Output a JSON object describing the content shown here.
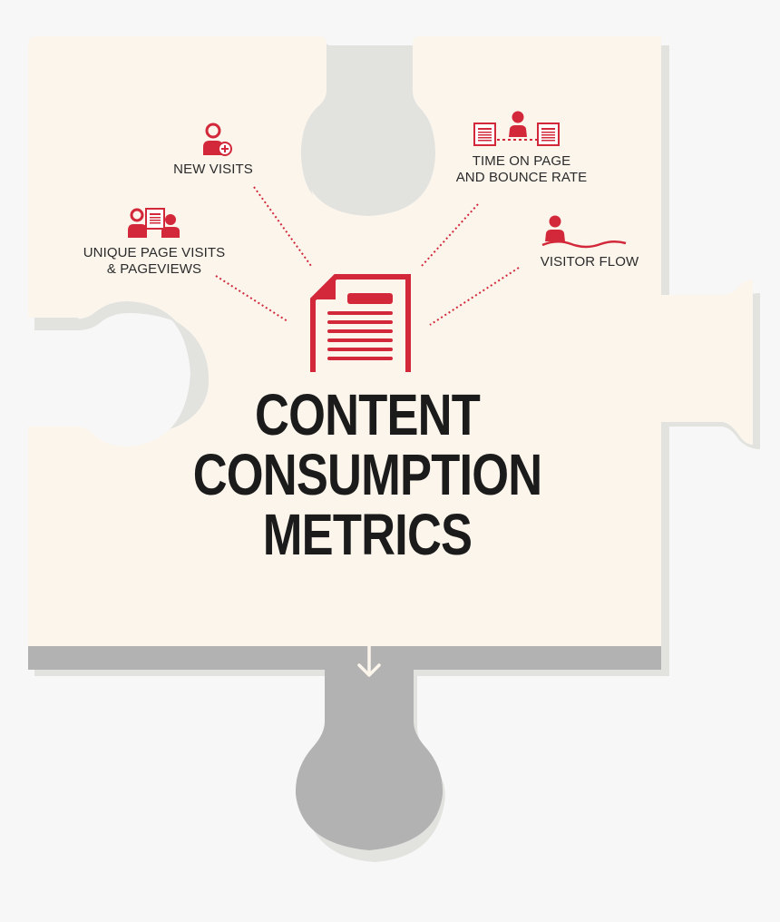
{
  "title": {
    "line1": "CONTENT",
    "line2": "CONSUMPTION",
    "line3": "METRICS"
  },
  "metrics": [
    {
      "id": "new-visits",
      "label": "NEW VISITS",
      "icon": "user-plus-icon"
    },
    {
      "id": "unique-page-visits",
      "label_line1": "UNIQUE PAGE VISITS",
      "label_line2": "& PAGEVIEWS",
      "icon": "users-document-icon"
    },
    {
      "id": "time-on-page",
      "label_line1": "TIME ON PAGE",
      "label_line2": "AND BOUNCE RATE",
      "icon": "user-between-pages-icon"
    },
    {
      "id": "visitor-flow",
      "label": "VISITOR FLOW",
      "icon": "user-wave-icon"
    }
  ],
  "center_icon": "document-icon",
  "bottom_icon": "arrow-down-icon",
  "colors": {
    "accent": "#d2283a",
    "puzzle": "#fbf5ec",
    "shadow": "#e2e2df",
    "tab": "#b2b2b2",
    "background": "#f7f7f7",
    "text": "#2b2b2b"
  }
}
